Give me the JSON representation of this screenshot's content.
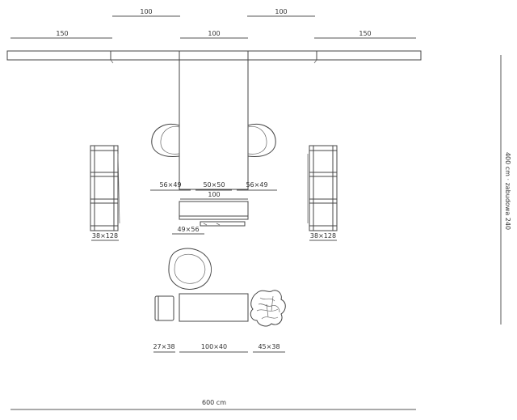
{
  "dimensions": {
    "top_left_a": "100",
    "top_right_a": "100",
    "top_left_b": "150",
    "top_center": "100",
    "top_right_b": "150",
    "chair_left": "56×49",
    "chair_center": "50×50",
    "chair_right": "56×49",
    "bench": "100",
    "stool": "49×56",
    "shelf_left": "38×128",
    "shelf_right": "38×128",
    "side_table": "27×38",
    "coffee_table": "100×40",
    "plant": "45×38",
    "width_total": "600 cm",
    "height_total": "400 cm · zabudowa 240"
  }
}
